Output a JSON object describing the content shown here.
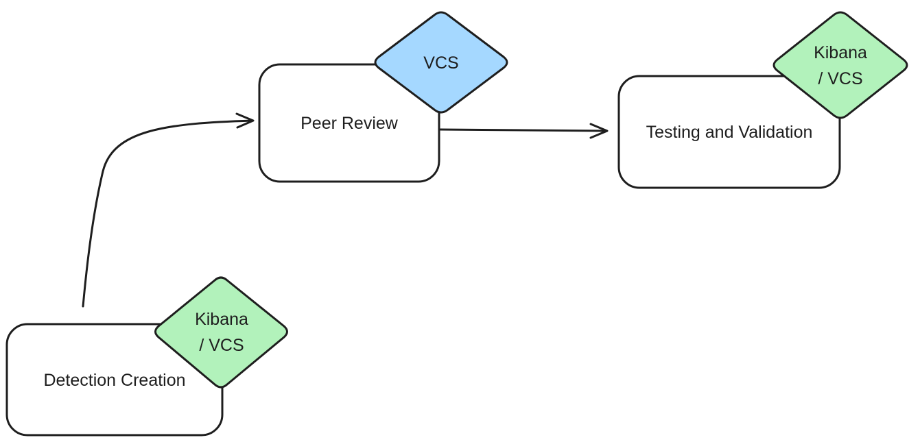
{
  "colors": {
    "stroke": "#1e1e1e",
    "box_fill": "#ffffff",
    "tag_green": "#b2f2bb",
    "tag_blue": "#a5d8ff"
  },
  "nodes": {
    "detection_creation": {
      "label": "Detection Creation",
      "tag_line1": "Kibana",
      "tag_line2": "/ VCS",
      "tag_color": "#b2f2bb"
    },
    "peer_review": {
      "label": "Peer Review",
      "tag_line1": "VCS",
      "tag_color": "#a5d8ff"
    },
    "testing_validation": {
      "label": "Testing and Validation",
      "tag_line1": "Kibana",
      "tag_line2": "/ VCS",
      "tag_color": "#b2f2bb"
    }
  },
  "edges": [
    {
      "from": "Detection Creation",
      "to": "Peer Review"
    },
    {
      "from": "Peer Review",
      "to": "Testing and Validation"
    }
  ]
}
